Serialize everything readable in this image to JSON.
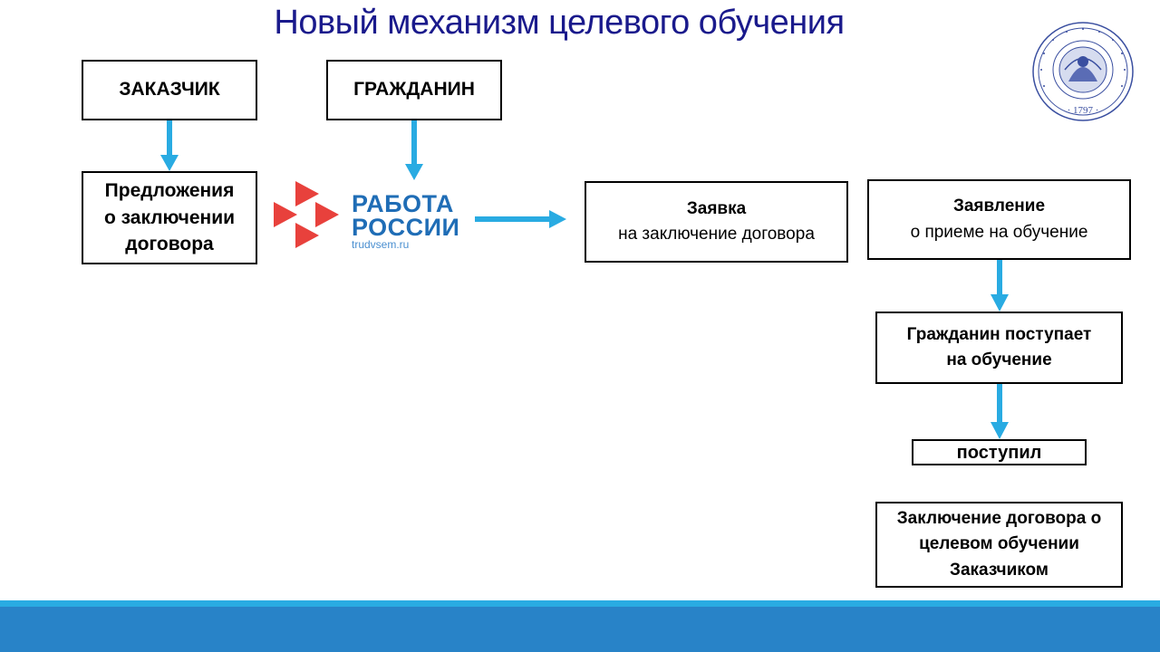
{
  "title": "Новый механизм целевого обучения",
  "boxes": {
    "zakazchik": "ЗАКАЗЧИК",
    "grazhdanin": "ГРАЖДАНИН",
    "predlozheniya": [
      "Предложения",
      "о заключении",
      "договора"
    ],
    "zayavka_title": "Заявка",
    "zayavka_sub": "на заключение договора",
    "zayavlenie_title": "Заявление",
    "zayavlenie_sub": "о приеме на обучение",
    "postupaet": [
      "Гражданин поступает",
      "на обучение"
    ],
    "postupil": "поступил",
    "zaklyuchenie": [
      "Заключение договора о",
      "целевом обучении",
      "Заказчиком"
    ]
  },
  "logo": {
    "line1": "РАБОТА",
    "line2": "РОССИИ",
    "url": "trudvsem.ru"
  },
  "colors": {
    "title": "#1a1a8c",
    "arrow": "#29abe2",
    "logo_red": "#e8413c",
    "logo_blue": "#1f6db6",
    "footer": "#2883c8"
  }
}
